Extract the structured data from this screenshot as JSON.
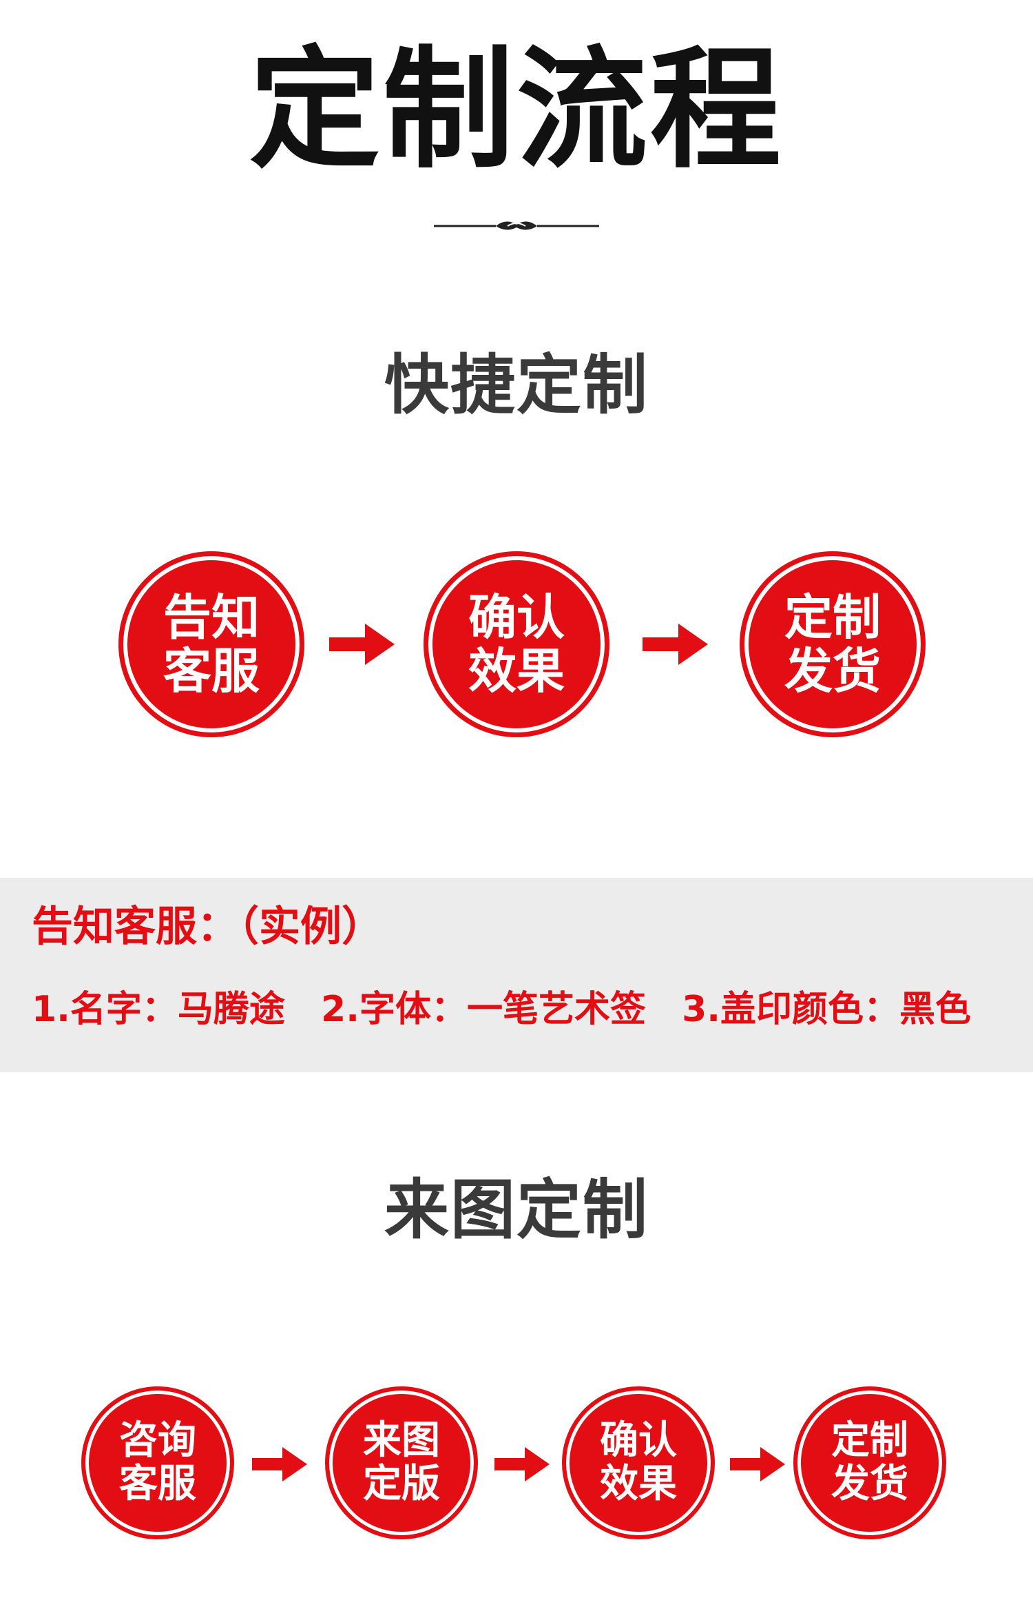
{
  "page": {
    "title": "定制流程",
    "accent_color": "#e30e14",
    "ring_color": "#e30e14",
    "inner_gap_color": "#ffffff",
    "title_color": "#111111",
    "section_title_color": "#3a3a3a",
    "example_bg_color": "#ececec"
  },
  "quick": {
    "title": "快捷定制",
    "steps": [
      {
        "line1": "告知",
        "line2": "客服",
        "icon": "step-circle"
      },
      {
        "line1": "确认",
        "line2": "效果",
        "icon": "step-circle"
      },
      {
        "line1": "定制",
        "line2": "发货",
        "icon": "step-circle"
      }
    ]
  },
  "example": {
    "heading": "告知客服：（实例）",
    "items": [
      "1.名字：马腾途",
      "2.字体：一笔艺术签",
      "3.盖印颜色：黑色"
    ]
  },
  "custom_image": {
    "title": "来图定制",
    "steps": [
      {
        "line1": "咨询",
        "line2": "客服",
        "icon": "step-circle"
      },
      {
        "line1": "来图",
        "line2": "定版",
        "icon": "step-circle"
      },
      {
        "line1": "确认",
        "line2": "效果",
        "icon": "step-circle"
      },
      {
        "line1": "定制",
        "line2": "发货",
        "icon": "step-circle"
      }
    ]
  }
}
